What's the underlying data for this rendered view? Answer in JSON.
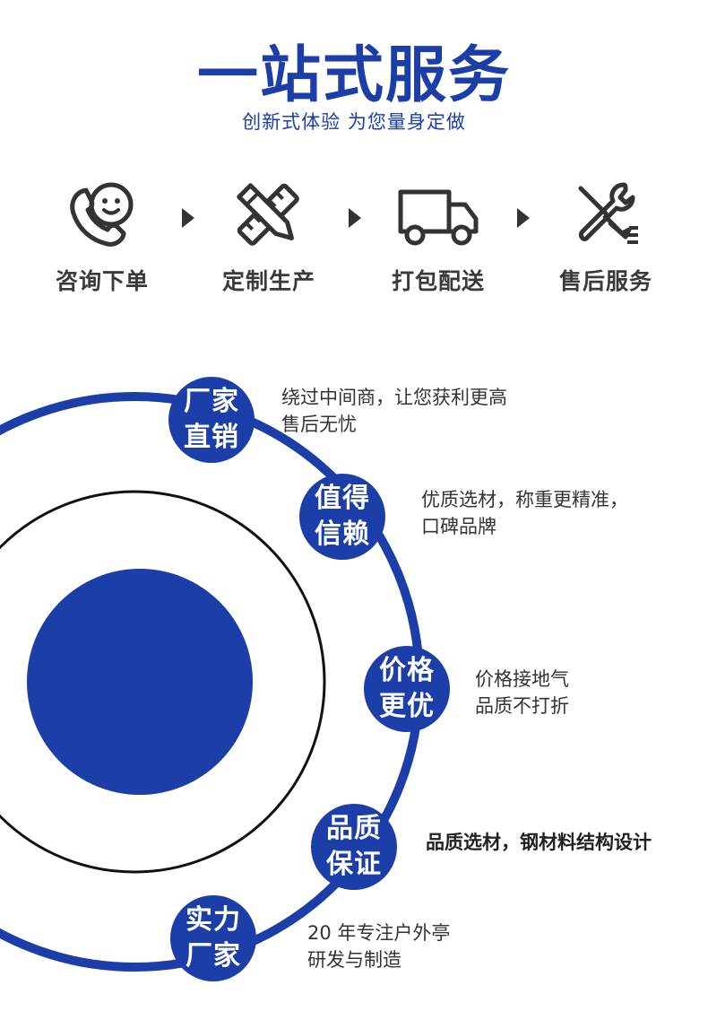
{
  "header": {
    "title": "一站式服务",
    "subtitle": "创新式体验 为您量身定做"
  },
  "process": {
    "steps": [
      {
        "label": "咨询下单",
        "icon": "phone-smile-icon"
      },
      {
        "label": "定制生产",
        "icon": "pencil-ruler-icon"
      },
      {
        "label": "打包配送",
        "icon": "truck-icon"
      },
      {
        "label": "售后服务",
        "icon": "wrench-screwdriver-icon"
      }
    ]
  },
  "features": [
    {
      "line1": "厂家",
      "line2": "直销",
      "desc1": "绕过中间商，让您获利更高",
      "desc2": "售后无忧"
    },
    {
      "line1": "值得",
      "line2": "信赖",
      "desc1": "优质选材，称重更精准，",
      "desc2": "口碑品牌"
    },
    {
      "line1": "价格",
      "line2": "更优",
      "desc1": "价格接地气",
      "desc2": "品质不打折"
    },
    {
      "line1": "品质",
      "line2": "保证",
      "desc1": "品质选材，钢材料结构设计",
      "desc2": ""
    },
    {
      "line1": "实力",
      "line2": "厂家",
      "desc1": "20 年专注户外亭",
      "desc2": "研发与制造"
    }
  ],
  "colors": {
    "accent": "#1c3ea9",
    "text": "#333333"
  }
}
